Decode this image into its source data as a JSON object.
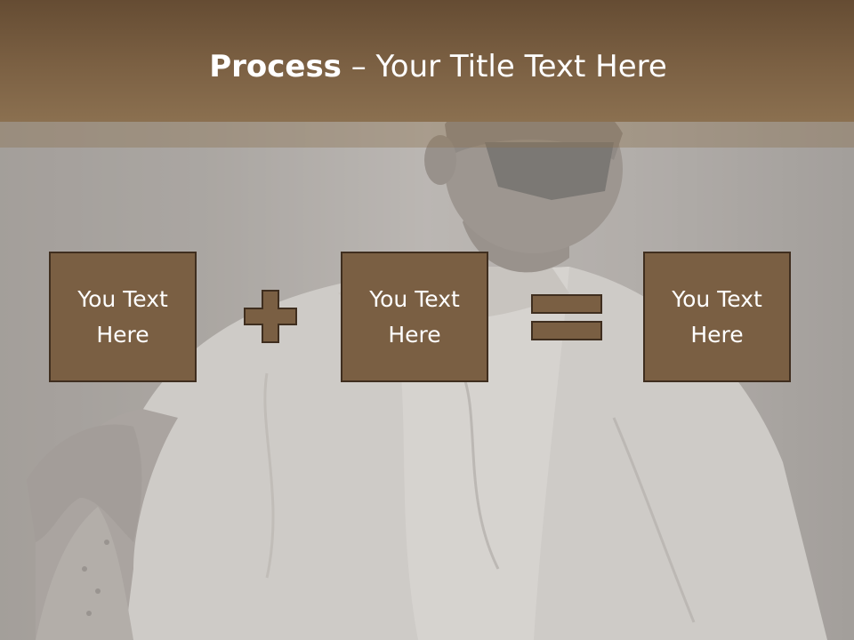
{
  "slide": {
    "title_bold": "Process",
    "title_rest": " – Your Title Text Here",
    "boxes": [
      {
        "text": "You Text Here"
      },
      {
        "text": "You Text Here"
      },
      {
        "text": "You Text Here"
      }
    ],
    "operators": [
      "plus-icon",
      "equals-icon"
    ]
  },
  "colors": {
    "title_bar": "#7a5f42",
    "box_fill": "#7a5f43",
    "box_border": "#3f2e1f",
    "text": "#ffffff"
  }
}
